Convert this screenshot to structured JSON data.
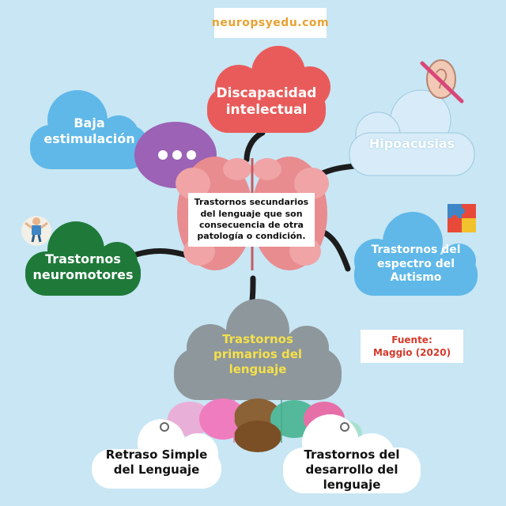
{
  "site": {
    "label": "neuropsyedu.com"
  },
  "center": {
    "text": "Trastornos secundarios del lenguaje que son consecuencia de otra patología o condición."
  },
  "nodes": {
    "discapacidad": {
      "line1": "Discapacidad",
      "line2": "intelectual"
    },
    "baja": {
      "line1": "Baja",
      "line2": "estimulación"
    },
    "hipoacusias": {
      "label": "Hipoacusias"
    },
    "neuromotores": {
      "line1": "Trastornos",
      "line2": "neuromotores"
    },
    "autismo": {
      "line1": "Trastornos del",
      "line2": "espectro del",
      "line3": "Autismo"
    },
    "primarios": {
      "line1": "Trastornos",
      "line2": "primarios del",
      "line3": "lenguaje"
    },
    "retraso": {
      "line1": "Retraso Simple",
      "line2": "del Lenguaje"
    },
    "desarrollo": {
      "line1": "Trastornos del",
      "line2": "desarrollo del",
      "line3": "lenguaje"
    }
  },
  "source": {
    "line1": "Fuente:",
    "line2": "Maggio (2020)"
  },
  "colors": {
    "background": "#c8e6f4",
    "red_cloud": "#e95b5b",
    "blue_cloud": "#5fb8e8",
    "green_cloud": "#1f7a3a",
    "gray_cloud": "#8e979b",
    "light_cloud": "#d7ecf8",
    "brand_text": "#e8a233",
    "source_text": "#d43a2c"
  }
}
